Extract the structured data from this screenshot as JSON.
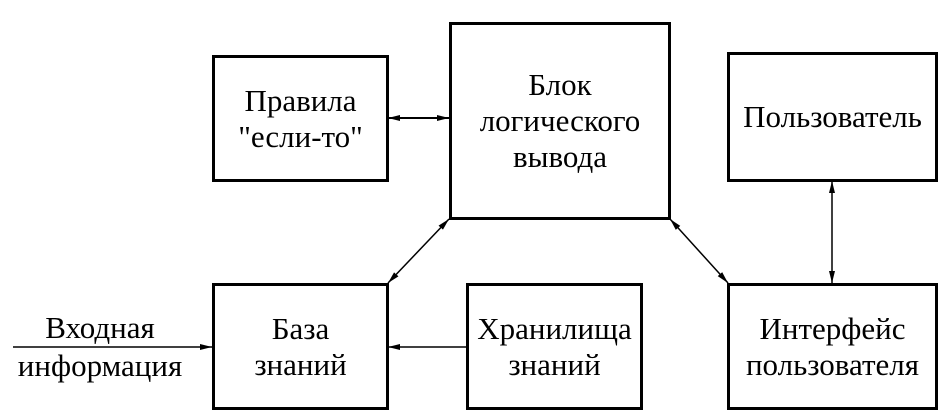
{
  "nodes": {
    "rules": {
      "lines": [
        "Правила",
        "\"если-то\""
      ]
    },
    "inference": {
      "lines": [
        "Блок",
        "логического",
        "вывода"
      ]
    },
    "user": {
      "lines": [
        "Пользователь"
      ]
    },
    "kb": {
      "lines": [
        "База",
        "знаний"
      ]
    },
    "storage": {
      "lines": [
        "Хранилища",
        "знаний"
      ]
    },
    "interface": {
      "lines": [
        "Интерфейс",
        "пользователя"
      ]
    }
  },
  "input_label": {
    "lines": [
      "Входная",
      "информация"
    ]
  },
  "colors": {
    "stroke": "#000000",
    "background": "#ffffff"
  }
}
